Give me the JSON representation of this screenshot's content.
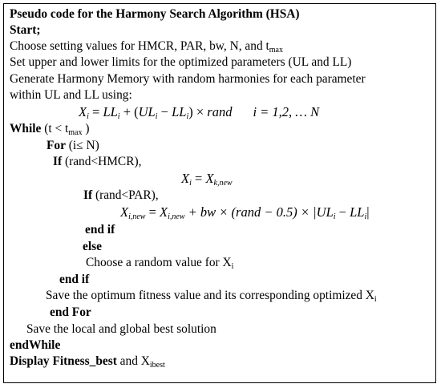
{
  "title": "Pseudo code for the Harmony Search Algorithm (HSA)",
  "start": "Start;",
  "setting_line": {
    "text": "Choose setting values for HMCR, PAR, bw, N, and t",
    "sub": "max"
  },
  "limits_line": "Set upper and lower limits for the optimized parameters (UL and LL)",
  "generate_line_1": "Generate Harmony Memory with random harmonies for each parameter",
  "generate_line_2": "within UL and LL using:",
  "eq_init": {
    "lhs": "X",
    "lhs_sub": "i",
    "eq": " = ",
    "ll": "LL",
    "ll_sub": "i",
    "plus": " + (",
    "ul": "UL",
    "ul_sub": "i",
    "minus": " − ",
    "ll2": "LL",
    "ll2_sub": "i",
    "close": ") × ",
    "rand": "rand",
    "idx": "i = 1,2, … N"
  },
  "while_line": {
    "kw": "While",
    "cond_open": " (t < t",
    "sub": "max",
    "cond_close": " )"
  },
  "for_line": {
    "kw": "For",
    "cond": " (i≤ N)"
  },
  "if1_line": {
    "kw": "If",
    "cond": " (rand<HMCR),"
  },
  "eq_select": {
    "lhs": "X",
    "lhs_sub": "i",
    "eq": " = ",
    "rhs": "X",
    "rhs_sub": "k,new"
  },
  "if2_line": {
    "kw": "If",
    "cond": " (rand<PAR),"
  },
  "eq_pitch": {
    "lhs": "X",
    "lhs_sub": "i,new",
    "eq": " = ",
    "x": "X",
    "x_sub": "i,new",
    "plus_bw": " + bw × (rand − 0.5) × |",
    "ul": "UL",
    "ul_sub": "i",
    "minus": " − ",
    "ll": "LL",
    "ll_sub": "i",
    "bar": "|"
  },
  "end_if_1": "end if",
  "else": "else",
  "choose_line": {
    "text": "Choose a random value for X",
    "sub": "i"
  },
  "end_if_2": "end if",
  "save_line": {
    "text": "Save the optimum fitness value and its corresponding optimized X",
    "sub": "i"
  },
  "end_for": "end For",
  "save_best": "Save the local and global best solution",
  "end_while": "endWhile",
  "display_line": {
    "kw": "Display Fitness_best",
    "mid": " and X",
    "sub": "ibest"
  }
}
